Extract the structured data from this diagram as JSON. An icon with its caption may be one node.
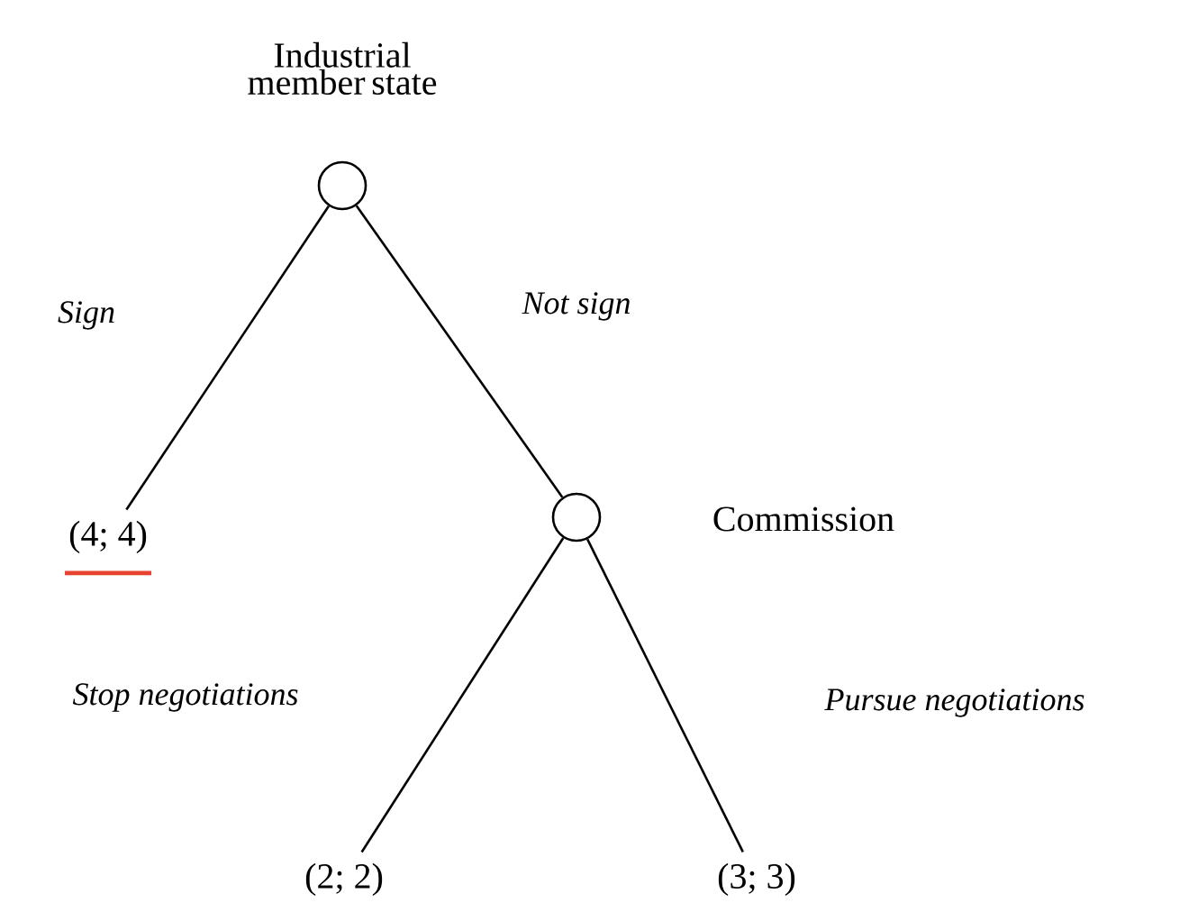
{
  "diagram": {
    "nodes": [
      {
        "text": [
          "Industrial member state"
        ]
      },
      {
        "text": [
          "(4; 4)"
        ]
      },
      {
        "text": [
          "Commission"
        ]
      },
      {
        "text": [
          "(2; 2)"
        ]
      },
      {
        "text": [
          "(3; 3)"
        ]
      }
    ],
    "edges": [
      {
        "from": 0,
        "to": 1,
        "arrow": "none",
        "label": "Sign"
      },
      {
        "from": 0,
        "to": 2,
        "arrow": "none",
        "label": "Not sign"
      },
      {
        "from": 2,
        "to": 3,
        "arrow": "none",
        "label": "Stop negotiations"
      },
      {
        "from": 2,
        "to": 4,
        "arrow": "none",
        "label": "Pursue negotiations"
      }
    ]
  }
}
